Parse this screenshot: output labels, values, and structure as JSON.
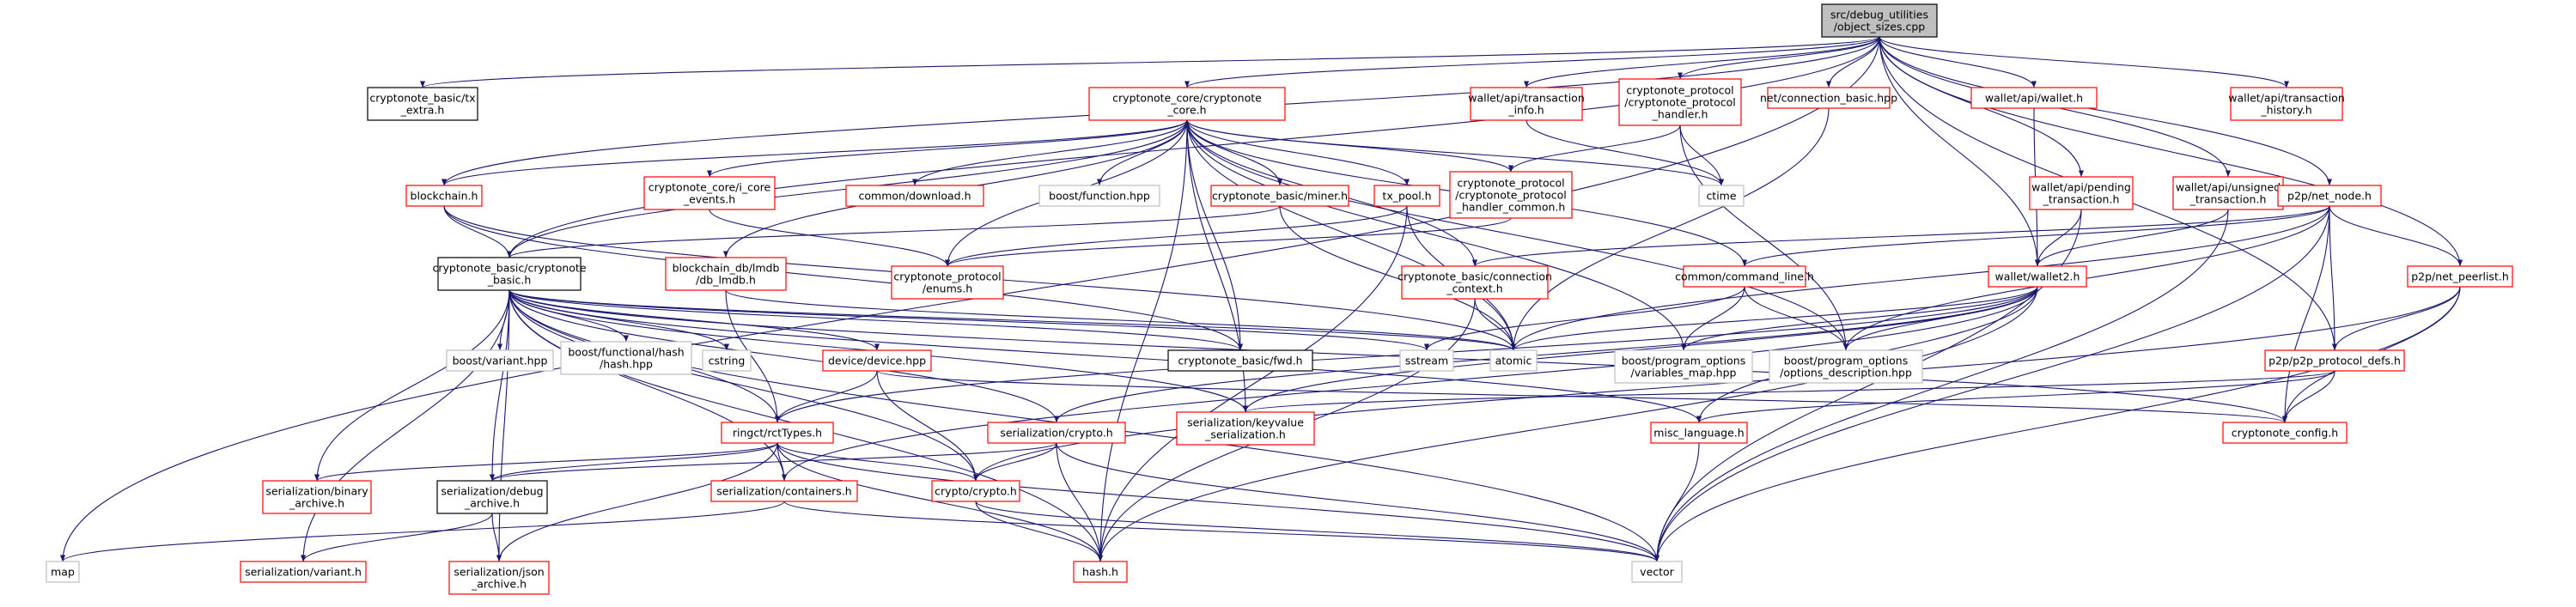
{
  "diagram": {
    "colors": {
      "edge": "#191970",
      "root_fill": "#bfbfbf",
      "root_border": "#000000",
      "documented_border": "#ff0000",
      "undocumented_border": "#bfbfbf",
      "plain_border": "#000000"
    },
    "nodes": [
      {
        "id": "root",
        "label": [
          "src/debug_utilities",
          "/object_sizes.cpp"
        ],
        "style": "root"
      },
      {
        "id": "tx_extra",
        "label": [
          "cryptonote_basic/tx",
          "_extra.h"
        ],
        "style": "plain"
      },
      {
        "id": "core",
        "label": [
          "cryptonote_core/cryptonote",
          "_core.h"
        ],
        "style": "red"
      },
      {
        "id": "wallet_txinfo",
        "label": [
          "wallet/api/transaction",
          "_info.h"
        ],
        "style": "red"
      },
      {
        "id": "proto_handler",
        "label": [
          "cryptonote_protocol",
          "/cryptonote_protocol",
          "_handler.h"
        ],
        "style": "red"
      },
      {
        "id": "conn_basic",
        "label": [
          "net/connection_basic.hpp"
        ],
        "style": "red"
      },
      {
        "id": "wallet_h",
        "label": [
          "wallet/api/wallet.h"
        ],
        "style": "red"
      },
      {
        "id": "wallet_txhist",
        "label": [
          "wallet/api/transaction",
          "_history.h"
        ],
        "style": "red"
      },
      {
        "id": "blockchain",
        "label": [
          "blockchain.h"
        ],
        "style": "red"
      },
      {
        "id": "i_core_events",
        "label": [
          "cryptonote_core/i_core",
          "_events.h"
        ],
        "style": "red"
      },
      {
        "id": "download",
        "label": [
          "common/download.h"
        ],
        "style": "red"
      },
      {
        "id": "boost_function",
        "label": [
          "boost/function.hpp"
        ],
        "style": "gray"
      },
      {
        "id": "miner",
        "label": [
          "cryptonote_basic/miner.h"
        ],
        "style": "red"
      },
      {
        "id": "tx_pool",
        "label": [
          "tx_pool.h"
        ],
        "style": "red"
      },
      {
        "id": "handler_common",
        "label": [
          "cryptonote_protocol",
          "/cryptonote_protocol",
          "_handler_common.h"
        ],
        "style": "red"
      },
      {
        "id": "ctime",
        "label": [
          "ctime"
        ],
        "style": "gray"
      },
      {
        "id": "pending_tx",
        "label": [
          "wallet/api/pending",
          "_transaction.h"
        ],
        "style": "red"
      },
      {
        "id": "unsigned_tx",
        "label": [
          "wallet/api/unsigned",
          "_transaction.h"
        ],
        "style": "red"
      },
      {
        "id": "net_node",
        "label": [
          "p2p/net_node.h"
        ],
        "style": "red"
      },
      {
        "id": "cn_basic",
        "label": [
          "cryptonote_basic/cryptonote",
          "_basic.h"
        ],
        "style": "plain"
      },
      {
        "id": "lmdb",
        "label": [
          "blockchain_db/lmdb",
          "/db_lmdb.h"
        ],
        "style": "red"
      },
      {
        "id": "enums",
        "label": [
          "cryptonote_protocol",
          "/enums.h"
        ],
        "style": "red"
      },
      {
        "id": "conn_context",
        "label": [
          "cryptonote_basic/connection",
          "_context.h"
        ],
        "style": "red"
      },
      {
        "id": "cmd_line",
        "label": [
          "common/command_line.h"
        ],
        "style": "red"
      },
      {
        "id": "wallet2",
        "label": [
          "wallet/wallet2.h"
        ],
        "style": "red"
      },
      {
        "id": "peerlist",
        "label": [
          "p2p/net_peerlist.h"
        ],
        "style": "red"
      },
      {
        "id": "boost_variant",
        "label": [
          "boost/variant.hpp"
        ],
        "style": "gray"
      },
      {
        "id": "boost_fhash",
        "label": [
          "boost/functional/hash",
          "/hash.hpp"
        ],
        "style": "gray"
      },
      {
        "id": "cstring",
        "label": [
          "cstring"
        ],
        "style": "gray"
      },
      {
        "id": "device",
        "label": [
          "device/device.hpp"
        ],
        "style": "red"
      },
      {
        "id": "sstream",
        "label": [
          "sstream"
        ],
        "style": "gray"
      },
      {
        "id": "atomic",
        "label": [
          "atomic"
        ],
        "style": "gray"
      },
      {
        "id": "fwd",
        "label": [
          "cryptonote_basic/fwd.h"
        ],
        "style": "plain"
      },
      {
        "id": "vars_map",
        "label": [
          "boost/program_options",
          "/variables_map.hpp"
        ],
        "style": "gray"
      },
      {
        "id": "opt_desc",
        "label": [
          "boost/program_options",
          "/options_description.hpp"
        ],
        "style": "gray"
      },
      {
        "id": "p2p_defs",
        "label": [
          "p2p/p2p_protocol_defs.h"
        ],
        "style": "red"
      },
      {
        "id": "rctTypes",
        "label": [
          "ringct/rctTypes.h"
        ],
        "style": "red"
      },
      {
        "id": "ser_crypto",
        "label": [
          "serialization/crypto.h"
        ],
        "style": "red"
      },
      {
        "id": "keyvalue",
        "label": [
          "serialization/keyvalue",
          "_serialization.h"
        ],
        "style": "red"
      },
      {
        "id": "misc_lang",
        "label": [
          "misc_language.h"
        ],
        "style": "red"
      },
      {
        "id": "cn_config",
        "label": [
          "cryptonote_config.h"
        ],
        "style": "red"
      },
      {
        "id": "binary_archive",
        "label": [
          "serialization/binary",
          "_archive.h"
        ],
        "style": "red"
      },
      {
        "id": "debug_archive",
        "label": [
          "serialization/debug",
          "_archive.h"
        ],
        "style": "plain"
      },
      {
        "id": "containers",
        "label": [
          "serialization/containers.h"
        ],
        "style": "red"
      },
      {
        "id": "crypto",
        "label": [
          "crypto/crypto.h"
        ],
        "style": "red"
      },
      {
        "id": "map",
        "label": [
          "map"
        ],
        "style": "gray"
      },
      {
        "id": "ser_variant",
        "label": [
          "serialization/variant.h"
        ],
        "style": "red"
      },
      {
        "id": "json_archive",
        "label": [
          "serialization/json",
          "_archive.h"
        ],
        "style": "red"
      },
      {
        "id": "hash",
        "label": [
          "hash.h"
        ],
        "style": "red"
      },
      {
        "id": "vector",
        "label": [
          "vector"
        ],
        "style": "gray"
      }
    ],
    "edges": [
      [
        "root",
        "map"
      ],
      [
        "root",
        "tx_extra"
      ],
      [
        "root",
        "blockchain"
      ],
      [
        "root",
        "cn_basic"
      ],
      [
        "root",
        "core"
      ],
      [
        "root",
        "wallet_txinfo"
      ],
      [
        "root",
        "proto_handler"
      ],
      [
        "root",
        "conn_basic"
      ],
      [
        "root",
        "wallet_h"
      ],
      [
        "root",
        "pending_tx"
      ],
      [
        "root",
        "unsigned_tx"
      ],
      [
        "root",
        "wallet_txhist"
      ],
      [
        "root",
        "net_node"
      ],
      [
        "root",
        "peerlist"
      ],
      [
        "root",
        "p2p_defs"
      ],
      [
        "root",
        "wallet2"
      ],
      [
        "core",
        "blockchain"
      ],
      [
        "core",
        "i_core_events"
      ],
      [
        "core",
        "download"
      ],
      [
        "core",
        "boost_function"
      ],
      [
        "core",
        "miner"
      ],
      [
        "core",
        "tx_pool"
      ],
      [
        "core",
        "handler_common"
      ],
      [
        "core",
        "ctime"
      ],
      [
        "core",
        "lmdb"
      ],
      [
        "core",
        "enums"
      ],
      [
        "core",
        "conn_context"
      ],
      [
        "core",
        "cmd_line"
      ],
      [
        "core",
        "atomic"
      ],
      [
        "core",
        "fwd"
      ],
      [
        "core",
        "vars_map"
      ],
      [
        "core",
        "opt_desc"
      ],
      [
        "core",
        "cn_basic"
      ],
      [
        "core",
        "hash"
      ],
      [
        "core",
        "keyvalue"
      ],
      [
        "wallet_txinfo",
        "ctime"
      ],
      [
        "proto_handler",
        "handler_common"
      ],
      [
        "proto_handler",
        "ctime"
      ],
      [
        "proto_handler",
        "opt_desc"
      ],
      [
        "conn_basic",
        "atomic"
      ],
      [
        "wallet_h",
        "wallet2"
      ],
      [
        "blockchain",
        "cn_basic"
      ],
      [
        "blockchain",
        "fwd"
      ],
      [
        "blockchain",
        "atomic"
      ],
      [
        "i_core_events",
        "enums"
      ],
      [
        "miner",
        "cn_basic"
      ],
      [
        "miner",
        "atomic"
      ],
      [
        "tx_pool",
        "enums"
      ],
      [
        "tx_pool",
        "atomic"
      ],
      [
        "tx_pool",
        "hash"
      ],
      [
        "handler_common",
        "enums"
      ],
      [
        "pending_tx",
        "wallet2"
      ],
      [
        "pending_tx",
        "vector"
      ],
      [
        "unsigned_tx",
        "wallet2"
      ],
      [
        "unsigned_tx",
        "vector"
      ],
      [
        "net_node",
        "cmd_line"
      ],
      [
        "net_node",
        "conn_context"
      ],
      [
        "net_node",
        "atomic"
      ],
      [
        "net_node",
        "opt_desc"
      ],
      [
        "net_node",
        "peerlist"
      ],
      [
        "net_node",
        "p2p_defs"
      ],
      [
        "net_node",
        "cn_config"
      ],
      [
        "net_node",
        "vector"
      ],
      [
        "lmdb",
        "rctTypes"
      ],
      [
        "lmdb",
        "atomic"
      ],
      [
        "conn_context",
        "atomic"
      ],
      [
        "conn_context",
        "hash"
      ],
      [
        "cmd_line",
        "sstream"
      ],
      [
        "cmd_line",
        "vars_map"
      ],
      [
        "cmd_line",
        "opt_desc"
      ],
      [
        "wallet2",
        "atomic"
      ],
      [
        "wallet2",
        "vars_map"
      ],
      [
        "wallet2",
        "opt_desc"
      ],
      [
        "wallet2",
        "rctTypes"
      ],
      [
        "wallet2",
        "ser_crypto"
      ],
      [
        "wallet2",
        "containers"
      ],
      [
        "wallet2",
        "misc_lang"
      ],
      [
        "wallet2",
        "hash"
      ],
      [
        "wallet2",
        "keyvalue"
      ],
      [
        "peerlist",
        "p2p_defs"
      ],
      [
        "peerlist",
        "cn_config"
      ],
      [
        "peerlist",
        "crypto"
      ],
      [
        "peerlist",
        "vector"
      ],
      [
        "p2p_defs",
        "cn_config"
      ],
      [
        "p2p_defs",
        "misc_lang"
      ],
      [
        "p2p_defs",
        "keyvalue"
      ],
      [
        "cn_basic",
        "boost_variant"
      ],
      [
        "cn_basic",
        "boost_fhash"
      ],
      [
        "cn_basic",
        "cstring"
      ],
      [
        "cn_basic",
        "device"
      ],
      [
        "cn_basic",
        "sstream"
      ],
      [
        "cn_basic",
        "atomic"
      ],
      [
        "cn_basic",
        "fwd"
      ],
      [
        "cn_basic",
        "rctTypes"
      ],
      [
        "cn_basic",
        "ser_crypto"
      ],
      [
        "cn_basic",
        "keyvalue"
      ],
      [
        "cn_basic",
        "misc_lang"
      ],
      [
        "cn_basic",
        "cn_config"
      ],
      [
        "cn_basic",
        "binary_archive"
      ],
      [
        "cn_basic",
        "debug_archive"
      ],
      [
        "cn_basic",
        "containers"
      ],
      [
        "cn_basic",
        "crypto"
      ],
      [
        "cn_basic",
        "ser_variant"
      ],
      [
        "cn_basic",
        "json_archive"
      ],
      [
        "cn_basic",
        "hash"
      ],
      [
        "cn_basic",
        "vector"
      ],
      [
        "device",
        "rctTypes"
      ],
      [
        "device",
        "crypto"
      ],
      [
        "device",
        "cn_config"
      ],
      [
        "rctTypes",
        "binary_archive"
      ],
      [
        "rctTypes",
        "debug_archive"
      ],
      [
        "rctTypes",
        "containers"
      ],
      [
        "rctTypes",
        "crypto"
      ],
      [
        "rctTypes",
        "json_archive"
      ],
      [
        "rctTypes",
        "hash"
      ],
      [
        "rctTypes",
        "vector"
      ],
      [
        "ser_crypto",
        "crypto"
      ],
      [
        "ser_crypto",
        "hash"
      ],
      [
        "ser_crypto",
        "vector"
      ],
      [
        "ser_crypto",
        "debug_archive"
      ],
      [
        "misc_lang",
        "vector"
      ],
      [
        "debug_archive",
        "ser_variant"
      ],
      [
        "debug_archive",
        "json_archive"
      ],
      [
        "containers",
        "map"
      ],
      [
        "containers",
        "vector"
      ],
      [
        "crypto",
        "hash"
      ],
      [
        "crypto",
        "vector"
      ]
    ]
  }
}
